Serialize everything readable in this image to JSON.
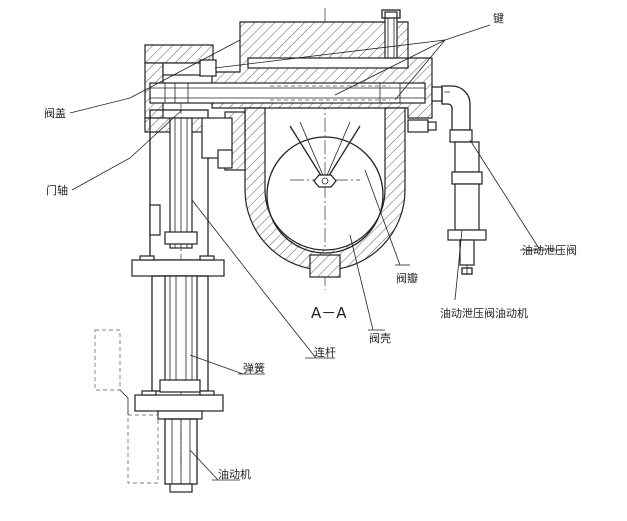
{
  "labels": {
    "key": "键",
    "valve_cover": "阀盖",
    "door_shaft": "门轴",
    "hydraulic_valve": "油动泄压阀",
    "valve_disc": "阀瓣",
    "hydraulic_valve_motor": "油动泄压阀油动机",
    "section": "A－A",
    "valve_body": "阀壳",
    "connecting_rod": "连杆",
    "spring": "弹簧",
    "servomotor": "油动机"
  }
}
